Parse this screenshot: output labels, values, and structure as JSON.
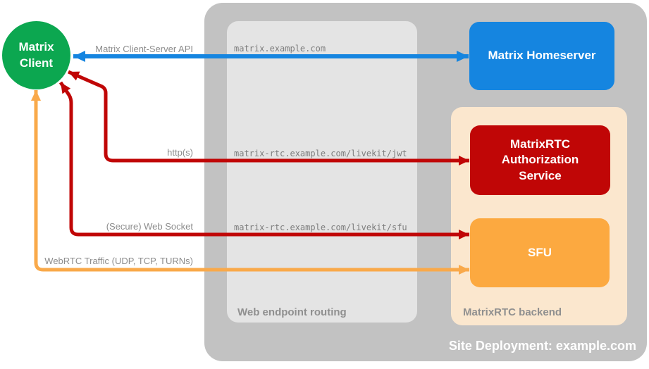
{
  "diagram": {
    "title": "Site Deployment: example.com"
  },
  "nodes": {
    "client": {
      "label": "Matrix Client",
      "color": "#0CA750"
    },
    "homeserver": {
      "label": "Matrix Homeserver",
      "color": "#1585E0"
    },
    "auth": {
      "label": "MatrixRTC Authorization Service",
      "color": "#C00606"
    },
    "sfu": {
      "label": "SFU",
      "color": "#FCA940"
    }
  },
  "zones": {
    "routing": {
      "label": "Web endpoint routing",
      "color": "#E4E4E4"
    },
    "backend": {
      "label": "MatrixRTC backend",
      "color": "#FBE7CE"
    },
    "site": {
      "label": "Site Deployment: example.com",
      "color": "#C2C2C2"
    }
  },
  "connections": [
    {
      "label": "Matrix Client-Server API",
      "endpoint": "matrix.example.com",
      "color": "#1585E0",
      "from": "Matrix Client",
      "to": "Matrix Homeserver",
      "bidirectional": true
    },
    {
      "label": "http(s)",
      "endpoint": "matrix-rtc.example.com/livekit/jwt",
      "color": "#C00606",
      "from": "Matrix Client",
      "to": "MatrixRTC Authorization Service",
      "bidirectional": true
    },
    {
      "label": "(Secure) Web Socket",
      "endpoint": "matrix-rtc.example.com/livekit/sfu",
      "color": "#C00606",
      "from": "Matrix Client",
      "to": "SFU",
      "bidirectional": true
    },
    {
      "label": "WebRTC Traffic (UDP, TCP, TURNs)",
      "endpoint": "",
      "color": "#F9A94A",
      "from": "Matrix Client",
      "to": "SFU",
      "bidirectional": true
    }
  ]
}
